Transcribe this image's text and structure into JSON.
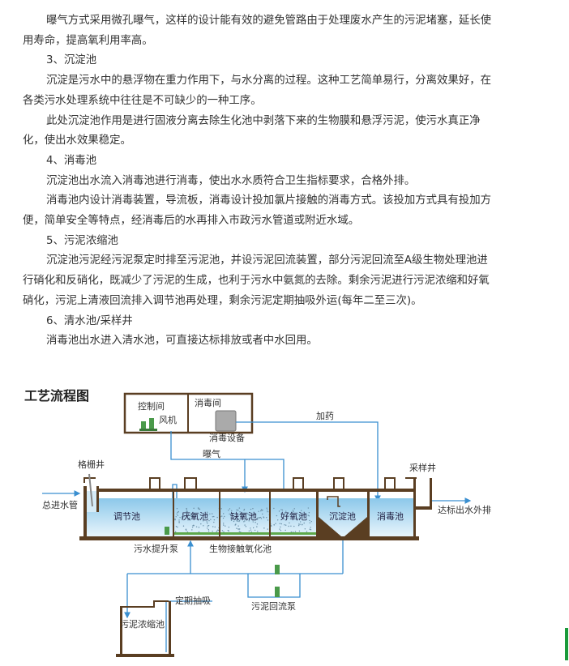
{
  "paragraphs": [
    {
      "lines": [
        "曝气方式采用微孔曝气，这样的设计能有效的避免管路由于处理废水产生的污泥堵塞，延长使",
        "用寿命，提高氧利用率高。"
      ]
    },
    {
      "lines": [
        "3、沉淀池"
      ]
    },
    {
      "lines": [
        "沉淀是污水中的悬浮物在重力作用下，与水分离的过程。这种工艺简单易行，分离效果好，在",
        "各类污水处理系统中往往是不可缺少的一种工序。"
      ]
    },
    {
      "lines": [
        "此处沉淀池作用是进行固液分离去除生化池中剥落下来的生物膜和悬浮污泥，使污水真正净",
        "化，使出水效果稳定。"
      ]
    },
    {
      "lines": [
        "4、消毒池"
      ]
    },
    {
      "lines": [
        "沉淀池出水流入消毒池进行消毒，使出水水质符合卫生指标要求，合格外排。"
      ]
    },
    {
      "lines": [
        "消毒池内设计消毒装置，导流板，消毒设计投加氯片接触的消毒方式。该投加方式具有投加方",
        "便，简单安全等特点，经消毒后的水再排入市政污水管道或附近水域。"
      ]
    },
    {
      "lines": [
        "5、污泥浓缩池"
      ]
    },
    {
      "lines": [
        "沉淀池污泥经污泥泵定时排至污泥池，并设污泥回流装置，部分污泥回流至A级生物处理池进",
        "行硝化和反硝化，既减少了污泥的生成，也利于污水中氨氮的去除。剩余污泥进行污泥浓缩和好氧",
        "硝化，污泥上清液回流排入调节池再处理，剩余污泥定期抽吸外运(每年二至三次)。"
      ]
    },
    {
      "lines": [
        "6、清水池/采样井"
      ]
    },
    {
      "lines": [
        "消毒池出水进入清水池，可直接达标排放或者中水回用。"
      ]
    }
  ],
  "diagram": {
    "title": "工艺流程图",
    "labels": {
      "control_room": "控制间",
      "blower": "风机",
      "disinfection_room": "消毒间",
      "disinfection_equipment": "消毒设备",
      "dosing": "加药",
      "aeration": "曝气",
      "screen_well": "格栅井",
      "sampling_well": "采样井",
      "inlet": "总进水管",
      "outlet": "达标出水外排",
      "equalization_tank": "调节池",
      "anaerobic_tank": "厌氧池",
      "anoxic_tank": "缺氧池",
      "aerobic_tank": "好氧池",
      "sedimentation_tank": "沉淀池",
      "disinfection_tank": "消毒池",
      "lift_pump": "污水提升泵",
      "bio_contact_oxidation": "生物接触氧化池",
      "sludge_return_pump": "污泥回流泵",
      "periodic_suction": "定期抽吸",
      "sludge_thickener": "污泥浓缩池"
    },
    "colors": {
      "wall": "#5a3e22",
      "water": "#bfe0f2",
      "pipe": "#3a8fd0",
      "pump": "#4a9a4a"
    }
  }
}
